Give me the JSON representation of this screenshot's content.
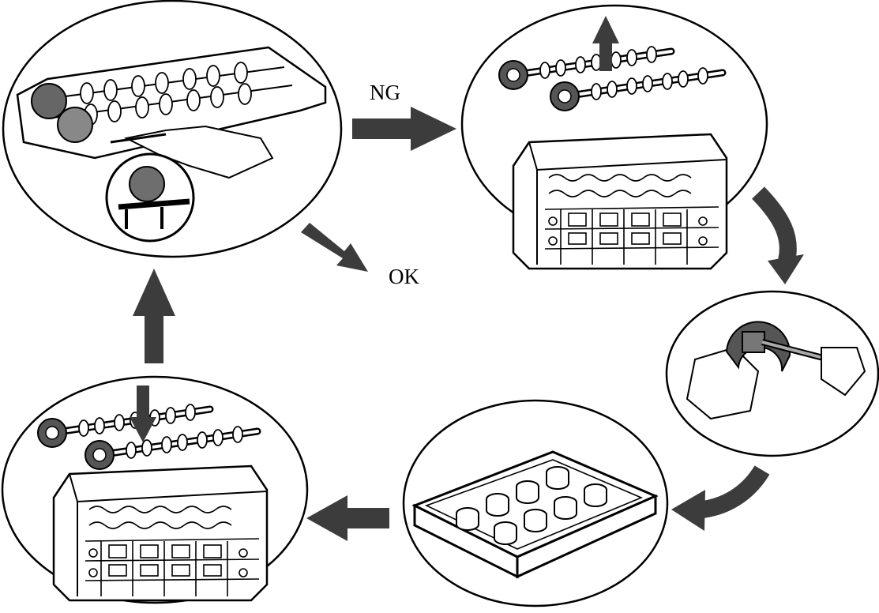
{
  "labels": {
    "ng": "NG",
    "ok": "OK"
  },
  "colors": {
    "ink": "#000000",
    "arrow": "#3c3c3c",
    "panel_fill": "#ffffff",
    "shade": "#6e6e6e"
  },
  "steps": [
    {
      "name": "inspect-valve-clearance",
      "icon": "camshaft-on-head-with-feeler-gauge-icon"
    },
    {
      "name": "remove-camshafts",
      "icon": "camshafts-lifted-from-head-icon"
    },
    {
      "name": "measure-shim-with-micrometer",
      "icon": "micrometer-icon"
    },
    {
      "name": "select-replacement-shims",
      "icon": "shim-tray-icon"
    },
    {
      "name": "install-camshafts",
      "icon": "camshafts-lowered-onto-head-icon"
    }
  ]
}
